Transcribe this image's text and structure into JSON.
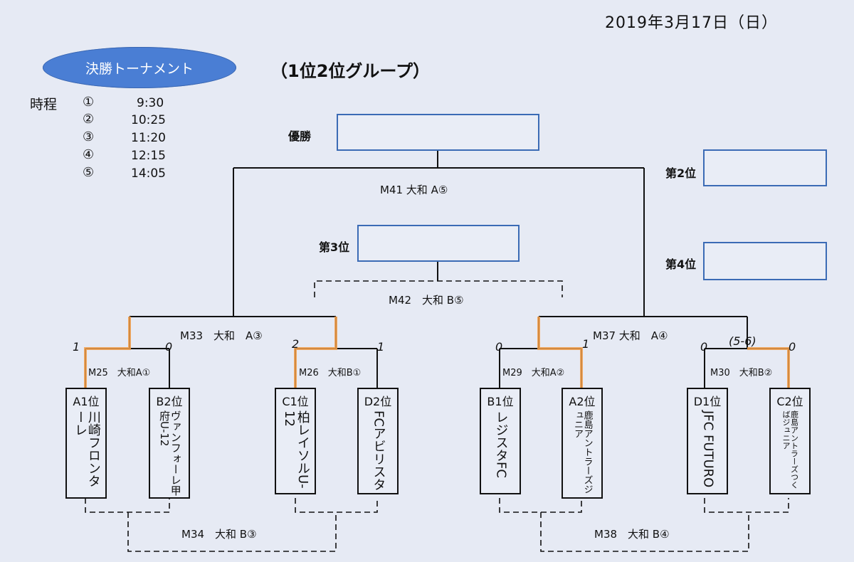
{
  "date": "2019年3月17日（日）",
  "tournament_title": "決勝トーナメント",
  "group_title": "（1位2位グループ）",
  "schedule": {
    "label": "時程",
    "slots": [
      {
        "num": "①",
        "time": "9:30"
      },
      {
        "num": "②",
        "time": "10:25"
      },
      {
        "num": "③",
        "time": "11:20"
      },
      {
        "num": "④",
        "time": "12:15"
      },
      {
        "num": "⑤",
        "time": "14:05"
      }
    ]
  },
  "placements": {
    "champion": "優勝",
    "second": "第2位",
    "third": "第3位",
    "fourth": "第4位"
  },
  "matches": {
    "m41": "M41 大和 A⑤",
    "m42": "M42　大和 B⑤",
    "m33": "M33　大和　A③",
    "m37": "M37 大和　A④",
    "m25": "M25　大和A①",
    "m26": "M26　大和B①",
    "m29": "M29　大和A②",
    "m30": "M30　大和B②",
    "m34": "M34　大和 B③",
    "m38": "M38　大和 B④"
  },
  "teams": [
    {
      "seed": "A1位",
      "name": "川崎フロンターレ"
    },
    {
      "seed": "B2位",
      "name": "ヴァンフォーレ甲府U-12"
    },
    {
      "seed": "C1位",
      "name": "柏レイソルU-12"
    },
    {
      "seed": "D2位",
      "name": "FCアビリスタ"
    },
    {
      "seed": "B1位",
      "name": "レジスタFC"
    },
    {
      "seed": "A2位",
      "name": "鹿島アントラーズジュニア"
    },
    {
      "seed": "D1位",
      "name": "JFC FUTURO"
    },
    {
      "seed": "C2位",
      "name": "鹿島アントラーズつくばジュニア"
    }
  ],
  "scores": [
    "1",
    "0",
    "2",
    "1",
    "0",
    "1",
    "0",
    "(5-6)",
    "0"
  ]
}
